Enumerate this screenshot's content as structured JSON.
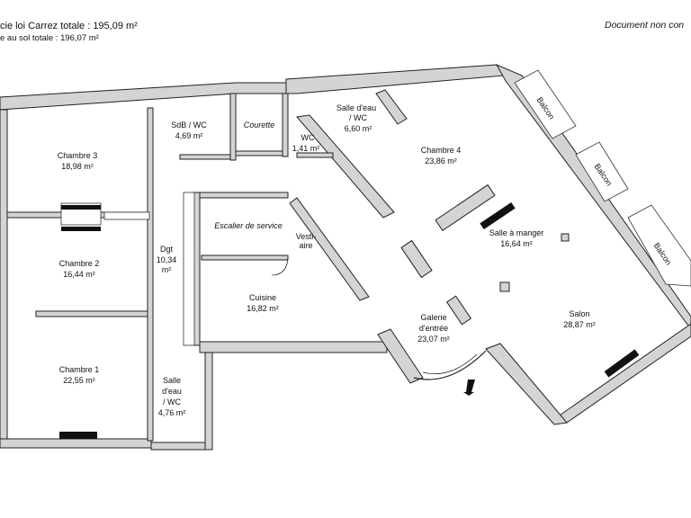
{
  "header": {
    "carrez_total": "cie loi Carrez totale : 195,09 m²",
    "ground_total": "e au sol totale : 196,07 m²",
    "disclaimer": "Document non con"
  },
  "rooms": {
    "chambre3_name": "Chambre 3",
    "chambre3_area": "18,98 m²",
    "chambre2_name": "Chambre 2",
    "chambre2_area": "16,44 m²",
    "chambre1_name": "Chambre 1",
    "chambre1_area": "22,55 m²",
    "sdb_name": "SdB / WC",
    "sdb_area": "4,69 m²",
    "courette_name": "Courette",
    "wc_name": "WC",
    "wc_area": "1,41 m²",
    "salle_eau_top_name1": "Salle d'eau",
    "salle_eau_top_name2": "/ WC",
    "salle_eau_top_area": "6,60 m²",
    "chambre4_name": "Chambre 4",
    "chambre4_area": "23,86 m²",
    "escalier_name": "Escalier de service",
    "vestiaire_name1": "Vesti-",
    "vestiaire_name2": "aire",
    "dgt_name": "Dgt",
    "dgt_area1": "10,34",
    "dgt_area2": "m²",
    "cuisine_name": "Cuisine",
    "cuisine_area": "16,82 m²",
    "salle_manger_name": "Salle à manger",
    "salle_manger_area": "16,64 m²",
    "galerie_name1": "Galerie",
    "galerie_name2": "d'entrée",
    "galerie_area": "23,07 m²",
    "salon_name": "Salon",
    "salon_area": "28,87 m²",
    "salle_eau_bottom_name1": "Salle",
    "salle_eau_bottom_name2": "d'eau",
    "salle_eau_bottom_name3": "/ WC",
    "salle_eau_bottom_area": "4,76 m²",
    "balcon_label": "Balcon"
  }
}
